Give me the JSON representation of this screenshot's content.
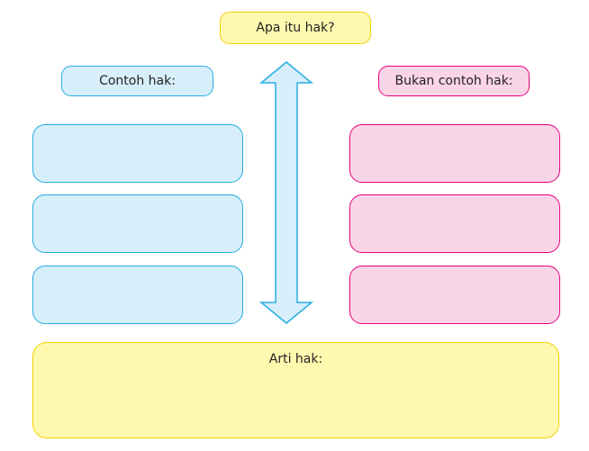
{
  "question": "Apa itu hak?",
  "examples_label": "Contoh hak:",
  "non_examples_label": "Bukan contoh hak:",
  "definition_label": "Arti hak:",
  "example_slots": [
    "",
    "",
    ""
  ],
  "non_example_slots": [
    "",
    "",
    ""
  ],
  "colors": {
    "yellow_fill": "#fff9b0",
    "yellow_stroke": "#f2d000",
    "blue_fill": "#d6effa",
    "blue_stroke": "#29abe2",
    "pink_fill": "#fad5e6",
    "pink_stroke": "#e6007e"
  }
}
